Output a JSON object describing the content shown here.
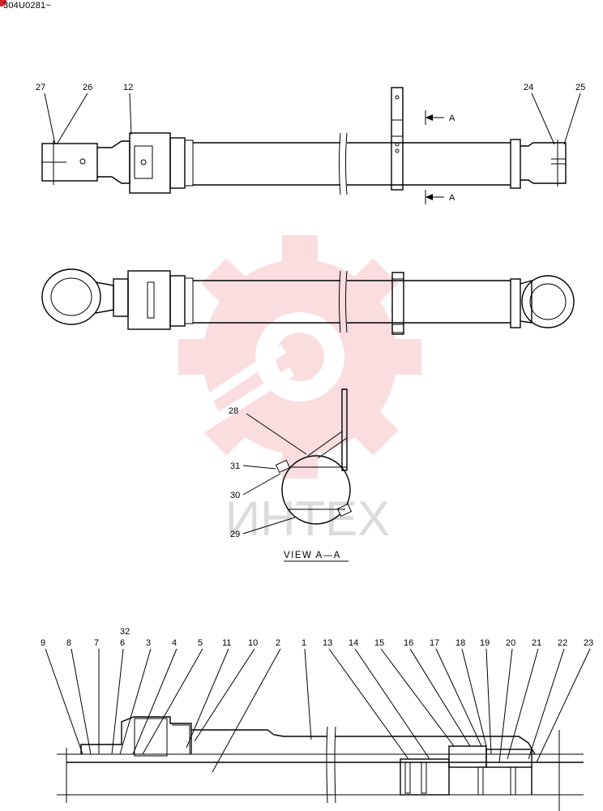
{
  "header": {
    "code": "304U0281~"
  },
  "watermark": {
    "text": "ИНТЕХ",
    "color": "#e84a55"
  },
  "section_marks": {
    "upper": "A",
    "lower": "A"
  },
  "view": {
    "title": "VIEW A—A"
  },
  "callouts": {
    "c27": "27",
    "c26": "26",
    "c12": "12",
    "c24": "24",
    "c25": "25",
    "c28": "28",
    "c31": "31",
    "c30": "30",
    "c29": "29",
    "c32": "32",
    "c9": "9",
    "c8": "8",
    "c7": "7",
    "c6": "6",
    "c3": "3",
    "c4": "4",
    "c5": "5",
    "c11": "11",
    "c10": "10",
    "c2": "2",
    "c1": "1",
    "c13": "13",
    "c14": "14",
    "c15": "15",
    "c16": "16",
    "c17": "17",
    "c18": "18",
    "c19": "19",
    "c20": "20",
    "c21": "21",
    "c22": "22",
    "c23": "23"
  }
}
